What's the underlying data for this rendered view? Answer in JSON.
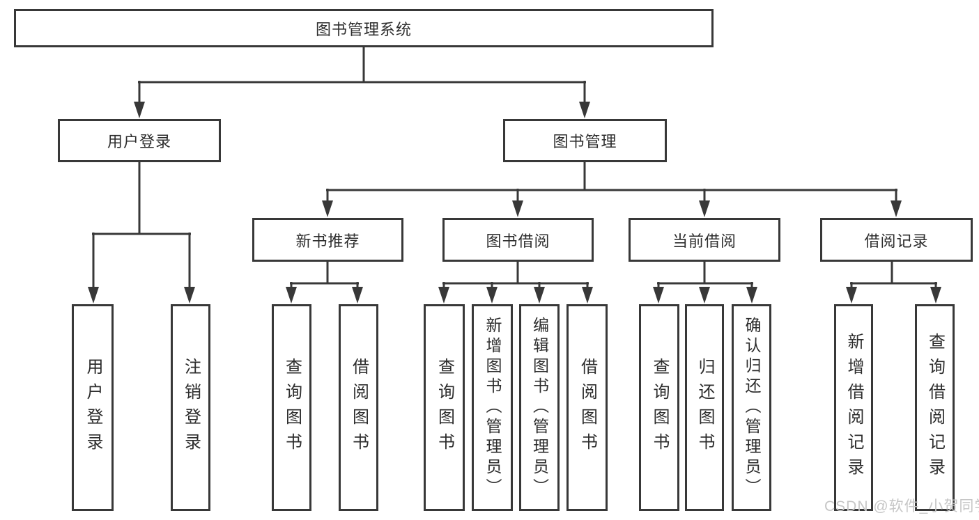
{
  "diagram_title": "图书管理系统",
  "tree": {
    "label": "图书管理系统",
    "children": [
      {
        "label": "用户登录",
        "children": [
          {
            "label": "用户登录"
          },
          {
            "label": "注销登录"
          }
        ]
      },
      {
        "label": "图书管理",
        "children": [
          {
            "label": "新书推荐",
            "children": [
              {
                "label": "查询图书"
              },
              {
                "label": "借阅图书"
              }
            ]
          },
          {
            "label": "图书借阅",
            "children": [
              {
                "label": "查询图书"
              },
              {
                "label": "新增图书（管理员）"
              },
              {
                "label": "编辑图书（管理员）"
              },
              {
                "label": "借阅图书"
              }
            ]
          },
          {
            "label": "当前借阅",
            "children": [
              {
                "label": "查询图书"
              },
              {
                "label": "归还图书"
              },
              {
                "label": "确认归还（管理员）"
              }
            ]
          },
          {
            "label": "借阅记录",
            "children": [
              {
                "label": "新增借阅记录"
              },
              {
                "label": "查询借阅记录"
              }
            ]
          }
        ]
      }
    ]
  },
  "watermark": {
    "text": "CSDN @软件_小贺同学"
  },
  "colors": {
    "line": "#383838",
    "box_border": "#383838",
    "box_fill": "#ffffff",
    "text": "#2d2d2d",
    "watermark": "#c6c6c6",
    "background": "#ffffff"
  }
}
